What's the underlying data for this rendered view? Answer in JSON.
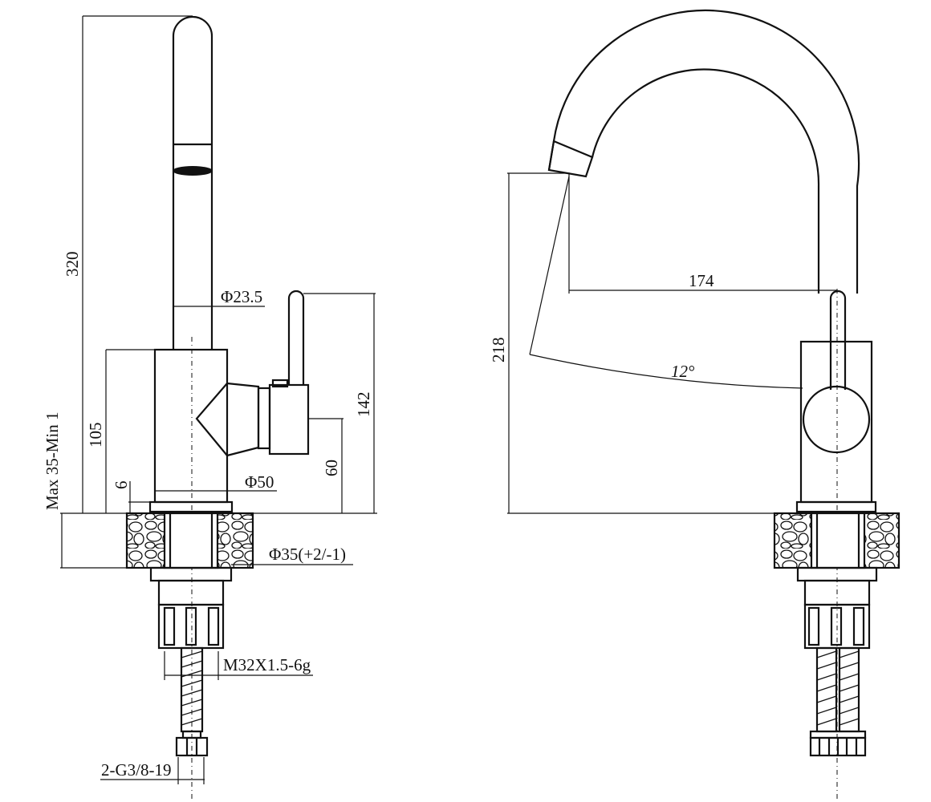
{
  "dimensions": {
    "height_total": "320",
    "spout_diameter": "Φ23.5",
    "handle_height": "142",
    "body_height": "105",
    "base_offset": "6",
    "body_diameter": "Φ50",
    "lever_height": "60",
    "deck_thickness": "Max  35-Min  1",
    "mount_hole": "Φ35(+2/-1)",
    "thread": "M32X1.5-6g",
    "hose_connector": "2-G3/8-19",
    "spout_height": "218",
    "spout_reach": "174",
    "swivel_angle": "12°"
  }
}
